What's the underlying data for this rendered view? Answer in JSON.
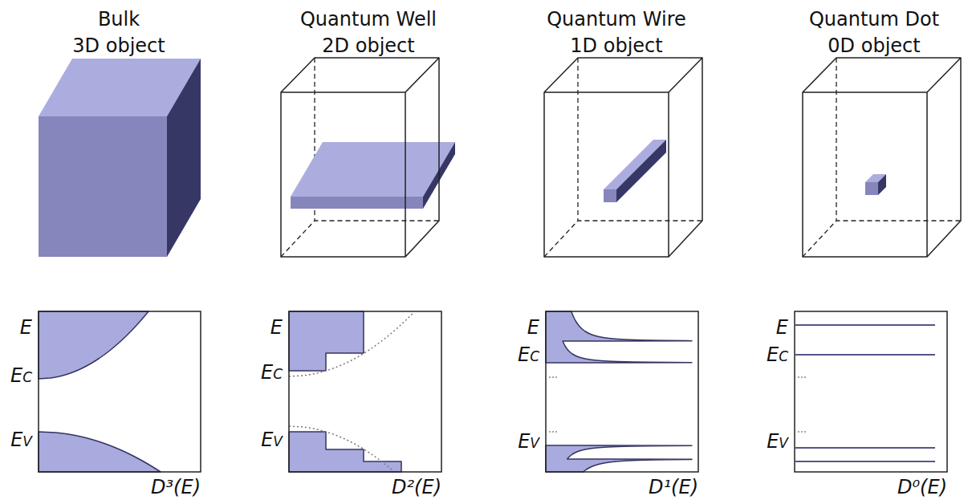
{
  "diagram": {
    "labels": [
      "Bulk",
      "3D object",
      "Quantum Well",
      "2D object",
      "Quantum Wire",
      "1D object",
      "Quantum Dot",
      "0D object",
      "E",
      "EC",
      "EV",
      "D³(E)",
      "E",
      "EC",
      "EV",
      "D²(E)",
      "E",
      "EC",
      "EV",
      "D¹(E)",
      "E",
      "EC",
      "EV",
      "D⁰(E)"
    ]
  }
}
